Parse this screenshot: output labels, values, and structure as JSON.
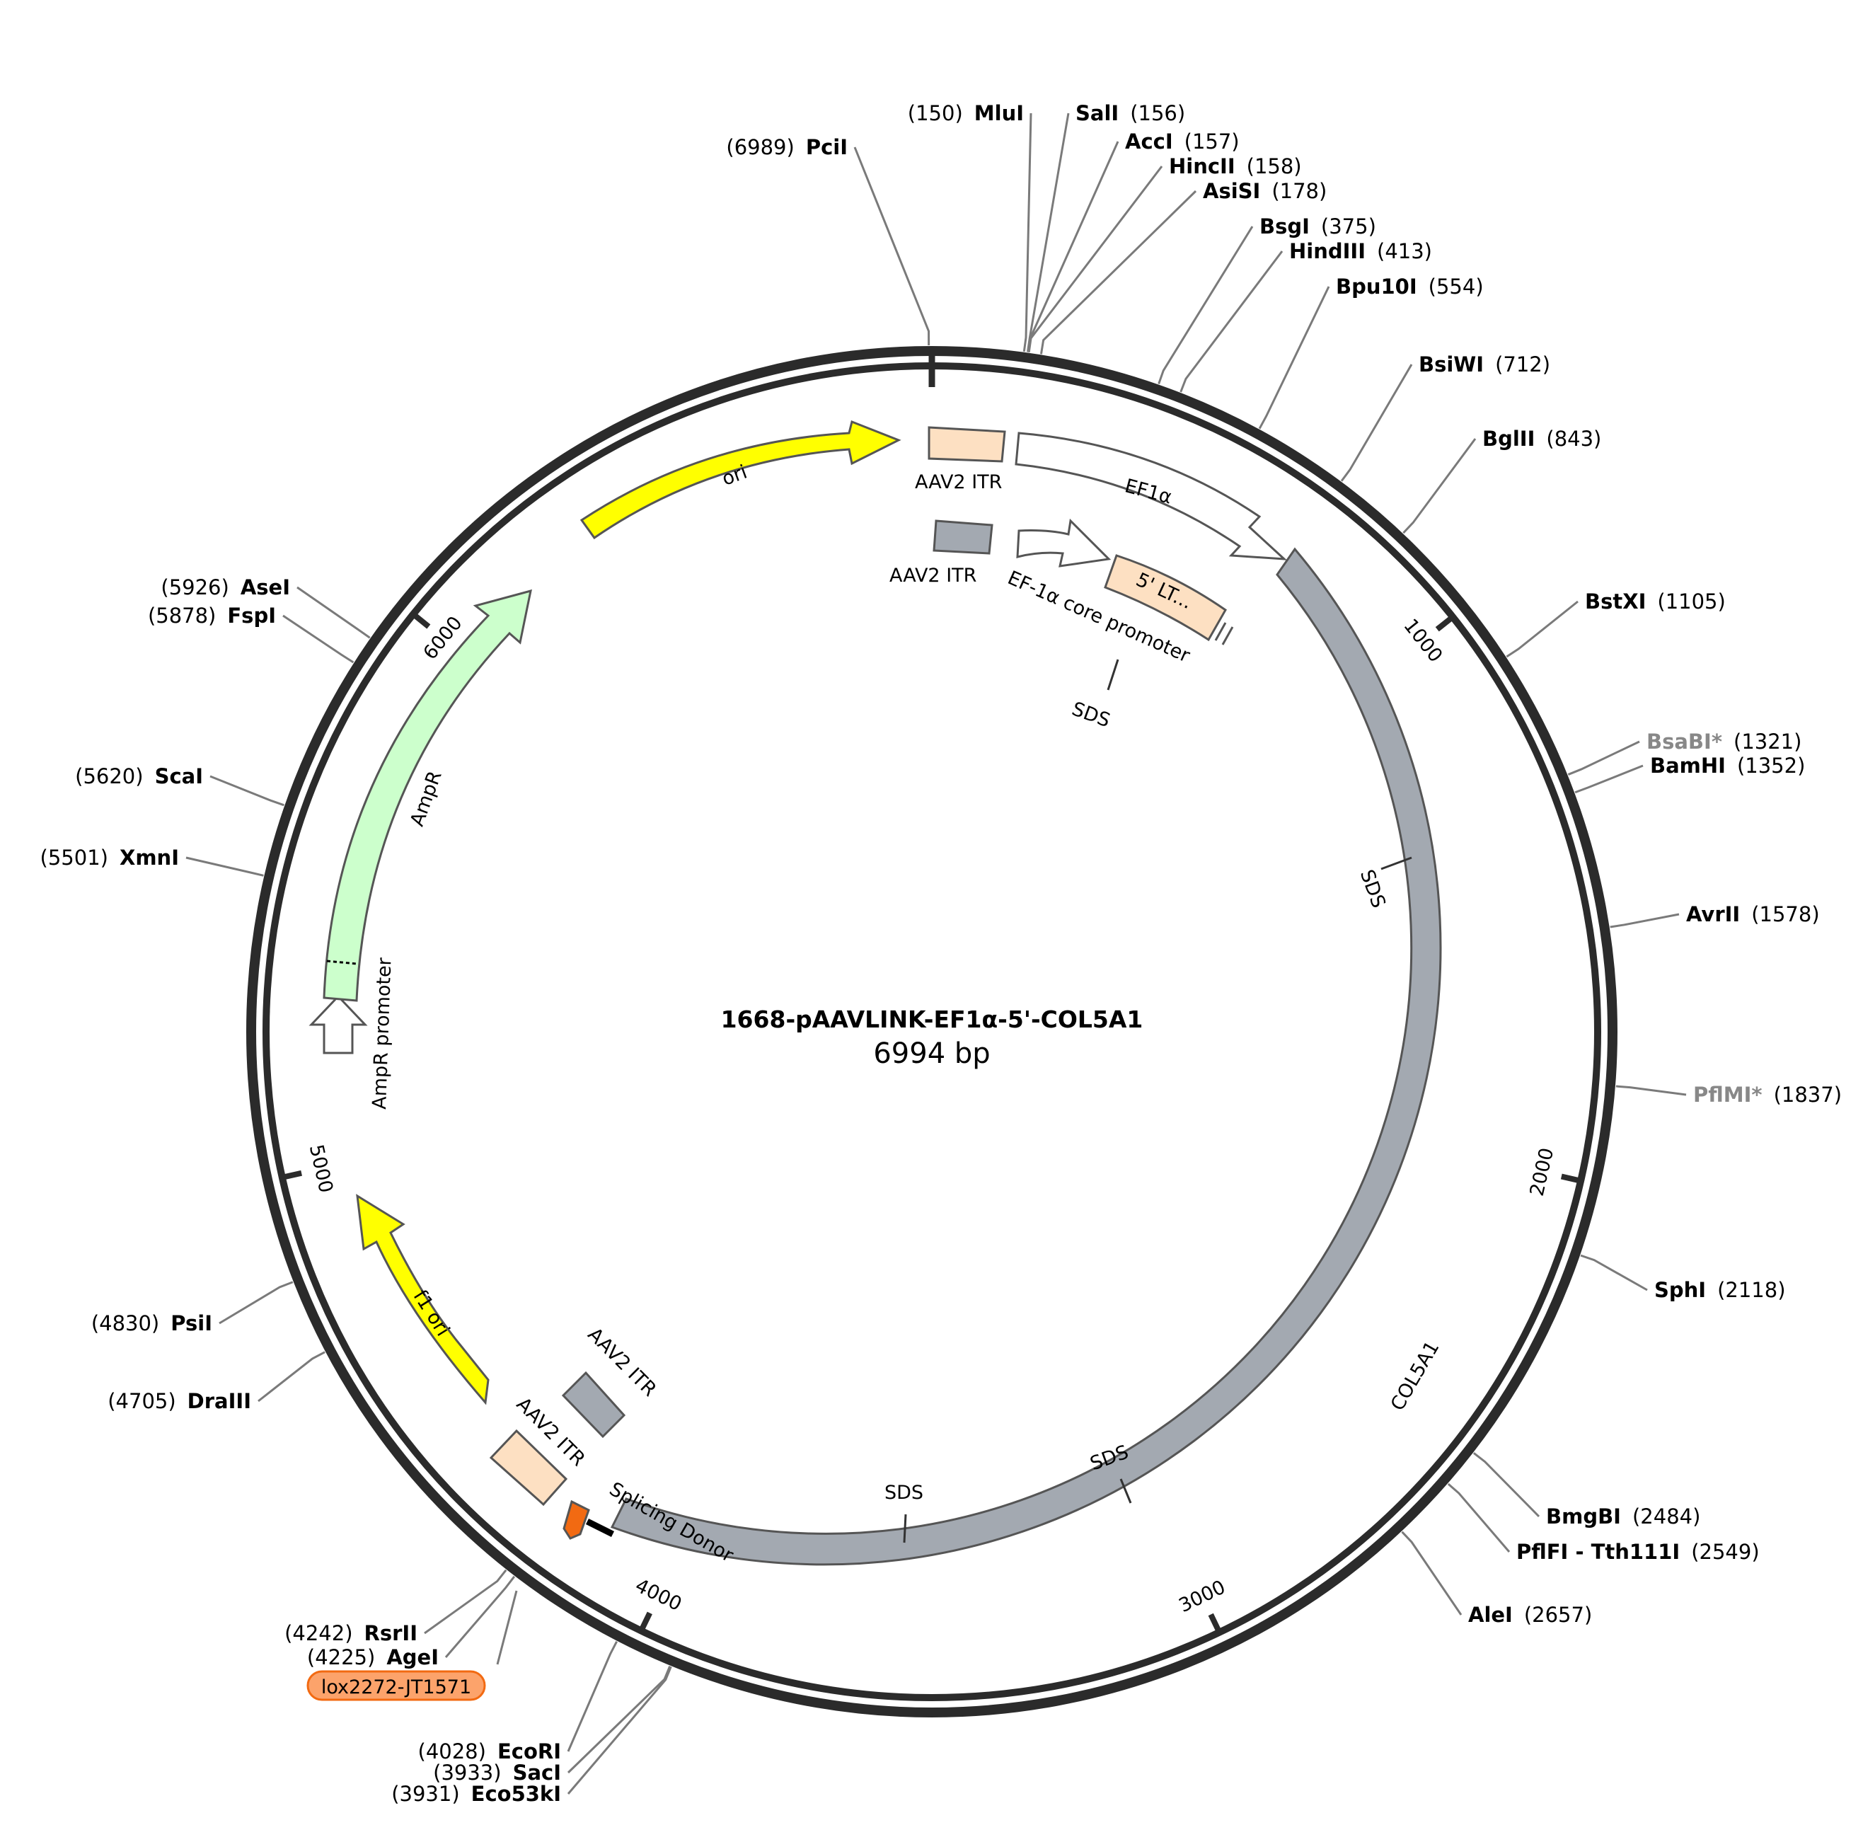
{
  "plasmid": {
    "name": "1668-pAAVLINK-EF1α-5'-COL5A1",
    "length_label": "6994 bp",
    "length_bp": 6994
  },
  "ticks": [
    {
      "bp": 1000,
      "label": "1000"
    },
    {
      "bp": 2000,
      "label": "2000"
    },
    {
      "bp": 3000,
      "label": "3000"
    },
    {
      "bp": 4000,
      "label": "4000"
    },
    {
      "bp": 5000,
      "label": "5000"
    },
    {
      "bp": 6000,
      "label": "6000"
    }
  ],
  "sites": [
    {
      "name": "PciI",
      "pos": "(6989)",
      "bp": 6989,
      "side": "left"
    },
    {
      "name": "MluI",
      "pos": "(150)",
      "bp": 150,
      "side": "left"
    },
    {
      "name": "SalI",
      "pos": "(156)",
      "bp": 156,
      "side": "right"
    },
    {
      "name": "AccI",
      "pos": "(157)",
      "bp": 157,
      "side": "right"
    },
    {
      "name": "HincII",
      "pos": "(158)",
      "bp": 158,
      "side": "right"
    },
    {
      "name": "AsiSI",
      "pos": "(178)",
      "bp": 178,
      "side": "right"
    },
    {
      "name": "BsgI",
      "pos": "(375)",
      "bp": 375,
      "side": "right"
    },
    {
      "name": "HindIII",
      "pos": "(413)",
      "bp": 413,
      "side": "right"
    },
    {
      "name": "Bpu10I",
      "pos": "(554)",
      "bp": 554,
      "side": "right"
    },
    {
      "name": "BsiWI",
      "pos": "(712)",
      "bp": 712,
      "side": "right"
    },
    {
      "name": "BglII",
      "pos": "(843)",
      "bp": 843,
      "side": "right"
    },
    {
      "name": "BstXI",
      "pos": "(1105)",
      "bp": 1105,
      "side": "right"
    },
    {
      "name": "BsaBI*",
      "pos": "(1321)",
      "bp": 1321,
      "side": "right",
      "faded": true
    },
    {
      "name": "BamHI",
      "pos": "(1352)",
      "bp": 1352,
      "side": "right"
    },
    {
      "name": "AvrII",
      "pos": "(1578)",
      "bp": 1578,
      "side": "right"
    },
    {
      "name": "PflMI*",
      "pos": "(1837)",
      "bp": 1837,
      "side": "right",
      "faded": true
    },
    {
      "name": "SphI",
      "pos": "(2118)",
      "bp": 2118,
      "side": "right"
    },
    {
      "name": "BmgBI",
      "pos": "(2484)",
      "bp": 2484,
      "side": "right"
    },
    {
      "name": "PflFI - Tth111I",
      "pos": "(2549)",
      "bp": 2549,
      "side": "right"
    },
    {
      "name": "AleI",
      "pos": "(2657)",
      "bp": 2657,
      "side": "right"
    },
    {
      "name": "Eco53kI",
      "pos": "(3931)",
      "bp": 3931,
      "side": "left"
    },
    {
      "name": "SacI",
      "pos": "(3933)",
      "bp": 3933,
      "side": "left"
    },
    {
      "name": "EcoRI",
      "pos": "(4028)",
      "bp": 4028,
      "side": "left"
    },
    {
      "name": "AgeI",
      "pos": "(4225)",
      "bp": 4225,
      "side": "left"
    },
    {
      "name": "RsrII",
      "pos": "(4242)",
      "bp": 4242,
      "side": "left"
    },
    {
      "name": "DraIII",
      "pos": "(4705)",
      "bp": 4705,
      "side": "left"
    },
    {
      "name": "PsiI",
      "pos": "(4830)",
      "bp": 4830,
      "side": "left"
    },
    {
      "name": "XmnI",
      "pos": "(5501)",
      "bp": 5501,
      "side": "left"
    },
    {
      "name": "ScaI",
      "pos": "(5620)",
      "bp": 5620,
      "side": "left"
    },
    {
      "name": "FspI",
      "pos": "(5878)",
      "bp": 5878,
      "side": "left"
    },
    {
      "name": "AseI",
      "pos": "(5926)",
      "bp": 5926,
      "side": "left"
    }
  ],
  "features": [
    {
      "id": "ori",
      "label": "ori",
      "color": "#ffff00"
    },
    {
      "id": "aav2-itr-top",
      "label": "AAV2 ITR",
      "color": "#fde0c2"
    },
    {
      "id": "ef1a",
      "label": "EF1α",
      "color": "#ffffff"
    },
    {
      "id": "aav2-itr-grey-top",
      "label": "AAV2 ITR",
      "color": "#a3a9b1"
    },
    {
      "id": "ef1a-core",
      "label": "EF-1α core promoter",
      "color": "#ffffff"
    },
    {
      "id": "5-ltr",
      "label": "5' LT...",
      "color": "#fde0c2"
    },
    {
      "id": "col5a1",
      "label": "COL5A1",
      "color": "#a3a9b1"
    },
    {
      "id": "splicing-donor",
      "label": "Splicing Donor",
      "color": "#f26a12"
    },
    {
      "id": "aav2-itr-bottom",
      "label": "AAV2 ITR",
      "color": "#fde0c2"
    },
    {
      "id": "aav2-itr-grey-bottom",
      "label": "AAV2 ITR",
      "color": "#a3a9b1"
    },
    {
      "id": "f1-ori",
      "label": "f1 ori",
      "color": "#ffff00"
    },
    {
      "id": "ampr-promoter",
      "label": "AmpR promoter",
      "color": "#ffffff"
    },
    {
      "id": "ampr",
      "label": "AmpR",
      "color": "#ccffcc"
    }
  ],
  "sds_labels": [
    "SDS",
    "SDS",
    "SDS",
    "SDS"
  ],
  "lox_label": "lox2272-JT1571",
  "colors": {
    "backbone": "#2b2b2b",
    "leader": "#7a7a7a",
    "lox_fill": "#fca36b",
    "lox_stroke": "#f26a12"
  }
}
